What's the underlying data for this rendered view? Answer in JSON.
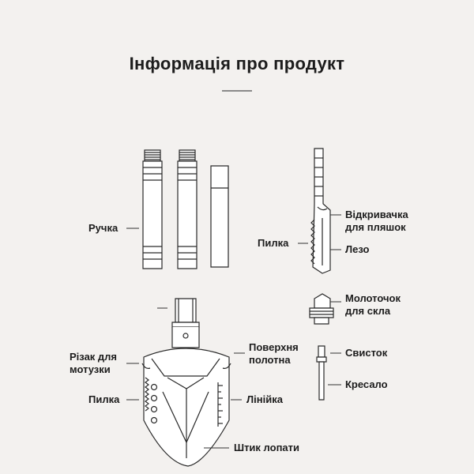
{
  "title": "Інформація про продукт",
  "labels": {
    "handle": "Ручка",
    "saw_top": "Пилка",
    "bottle_opener_1": "Відкривачка",
    "bottle_opener_2": "для пляшок",
    "blade": "Лезо",
    "glass_hammer_1": "Молоточок",
    "glass_hammer_2": "для скла",
    "rope_cutter_1": "Різак для",
    "rope_cutter_2": "мотузки",
    "blade_surface_1": "Поверхня",
    "blade_surface_2": "полотна",
    "whistle": "Свисток",
    "flint": "Кресало",
    "saw_bottom": "Пилка",
    "ruler": "Лінійка",
    "shovel_tip": "Штик лопати"
  }
}
